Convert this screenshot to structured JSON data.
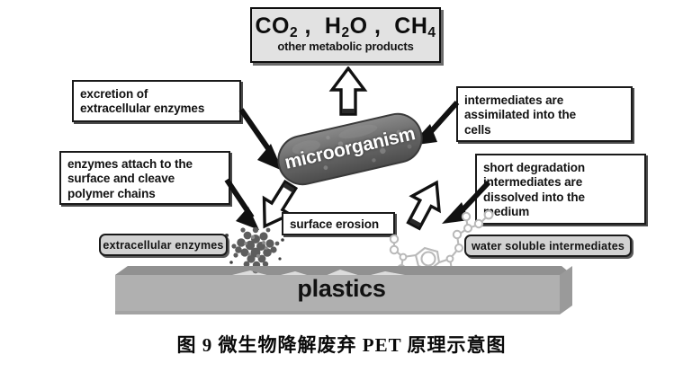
{
  "figure": {
    "caption": "图 9   微生物降解废弃 PET 原理示意图",
    "background_color": "#ffffff"
  },
  "products_box": {
    "formula_html": "CO2 ,  H2O ,  CH4",
    "species": [
      {
        "formula": "CO",
        "subscript": "2"
      },
      {
        "formula": "H",
        "subscript": "2",
        "suffix": "O"
      },
      {
        "formula": "CH",
        "subscript": "4"
      }
    ],
    "subtitle": "other metabolic products",
    "fill_color": "#e2e2e2"
  },
  "callouts": [
    {
      "id": "excretion",
      "lines": [
        "excretion of",
        "extracellular enzymes"
      ]
    },
    {
      "id": "attach",
      "lines": [
        "enzymes attach to the",
        "surface and cleave",
        "polymer chains"
      ]
    },
    {
      "id": "assimilated",
      "lines": [
        "intermediates are",
        "assimilated into the",
        "cells"
      ]
    },
    {
      "id": "dissolved",
      "lines": [
        "short degradation",
        "intermediates are",
        "dissolved into the",
        "medium"
      ]
    },
    {
      "id": "surface-erosion",
      "lines": [
        "surface erosion"
      ]
    }
  ],
  "pills": [
    {
      "id": "extracellular-enzymes",
      "label": "extracellular enzymes",
      "fill_color": "#d2d2d2"
    },
    {
      "id": "water-soluble-intermediates",
      "label": "water soluble intermediates",
      "fill_color": "#d2d2d2"
    }
  ],
  "microorganism": {
    "label": "microorganism",
    "body_color": "#6e6e6e",
    "label_color": "#ffffff"
  },
  "substrate": {
    "label": "plastics",
    "top_color": "#8d8d8d",
    "front_color": "#b0b0b0",
    "side_color": "#9a9a9a"
  },
  "arrows": {
    "solid_color": "#111111",
    "hollow_fill": "#ffffff",
    "hollow_stroke": "#111111",
    "items": [
      {
        "id": "excretion-arrow",
        "style": "solid",
        "direction": "down-right"
      },
      {
        "id": "metabolites-arrow",
        "style": "hollow",
        "direction": "up"
      },
      {
        "id": "assimilation-arrow",
        "style": "solid",
        "direction": "down-left"
      },
      {
        "id": "attach-arrow-solid",
        "style": "solid",
        "direction": "down-right"
      },
      {
        "id": "erosion-arrow-hollow",
        "style": "hollow",
        "direction": "down-left"
      },
      {
        "id": "uptake-arrow-hollow",
        "style": "hollow",
        "direction": "up-left"
      },
      {
        "id": "dissolution-arrow",
        "style": "solid",
        "direction": "down-left"
      }
    ]
  },
  "molecule": {
    "id": "pet-fragment",
    "description": "PET degradation intermediate structure",
    "stroke_color": "#b9b9b9"
  }
}
